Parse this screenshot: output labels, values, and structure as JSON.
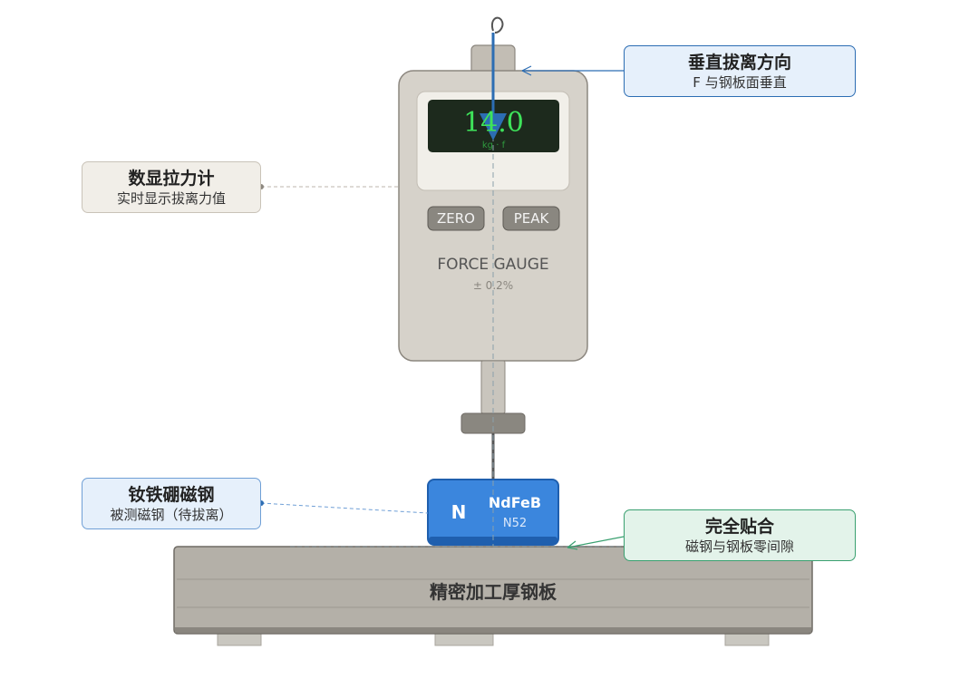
{
  "gauge": {
    "reading": "14.0",
    "unit": "kg · f",
    "zero_label": "ZERO",
    "peak_label": "PEAK",
    "name": "FORCE GAUGE",
    "accuracy": "± 0.2%"
  },
  "magnet": {
    "pole": "N",
    "material": "NdFeB",
    "grade": "N52"
  },
  "plate": {
    "label": "精密加工厚钢板"
  },
  "callouts": {
    "gauge": {
      "title": "数显拉力计",
      "subtitle": "实时显示拔离力值"
    },
    "direction": {
      "title": "垂直拔离方向",
      "subtitle": "F 与钢板面垂直"
    },
    "magnet": {
      "title": "钕铁硼磁钢",
      "subtitle": "被测磁钢（待拔离）"
    },
    "fit": {
      "title": "完全贴合",
      "subtitle": "磁钢与钢板零间隙"
    }
  },
  "colors": {
    "gauge_body": "#d6d2ca",
    "lcd_bg": "#1d2a1d",
    "lcd_text": "#3ee35a",
    "magnet": "#3b86dd",
    "plate": "#b4b0a8",
    "arrow": "#2c6db3",
    "fit_line": "#3aa070"
  }
}
